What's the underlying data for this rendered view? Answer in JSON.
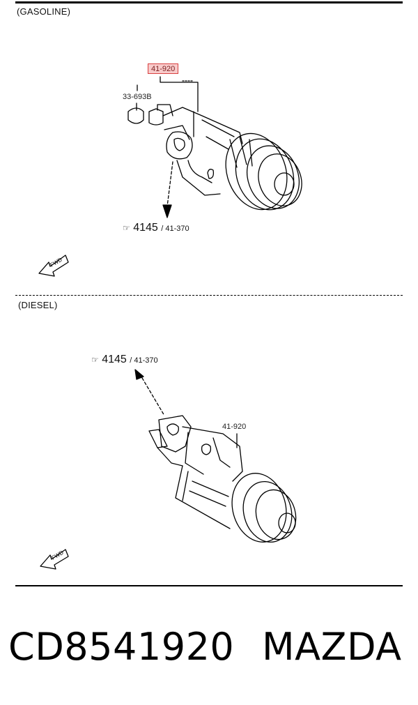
{
  "sections": {
    "gasoline": {
      "label": "(GASOLINE)",
      "part_callout": "41-920",
      "bolt_callout": "33-693B",
      "reference": {
        "big": "4145",
        "small": "/ 41-370"
      }
    },
    "diesel": {
      "label": "(DIESEL)",
      "part_callout": "41-920",
      "reference": {
        "big": "4145",
        "small": "/ 41-370"
      }
    }
  },
  "fwd_label": "FWD",
  "footer": {
    "part_number": "CD8541920",
    "brand": "MAZDA"
  },
  "colors": {
    "highlight_fill": "#f08c8c",
    "highlight_border": "#d84040",
    "line": "#000000"
  }
}
